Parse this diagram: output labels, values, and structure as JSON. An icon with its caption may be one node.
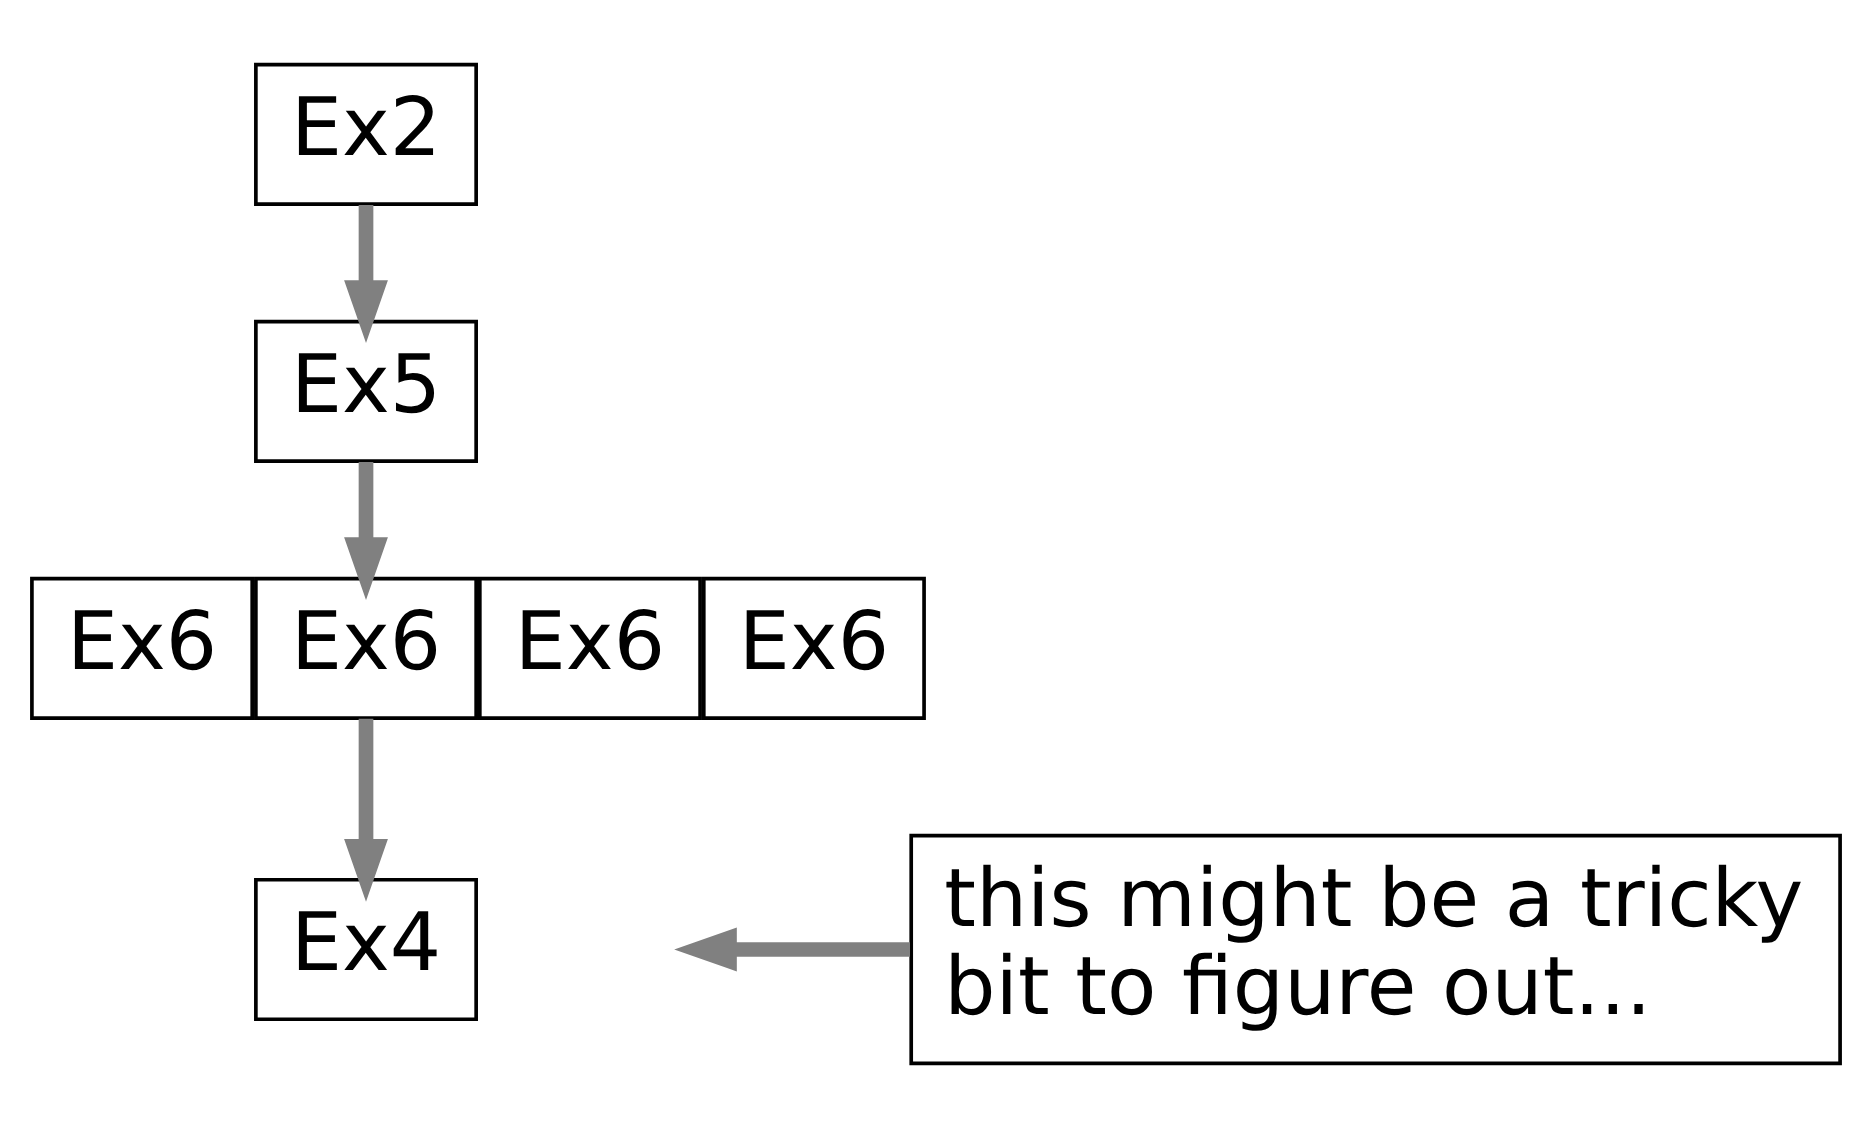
{
  "diagram": {
    "nodes": [
      {
        "text": [
          "Ex2"
        ]
      },
      {
        "text": [
          "Ex5"
        ]
      },
      {
        "text": [
          "Ex6"
        ]
      },
      {
        "text": [
          "Ex6"
        ]
      },
      {
        "text": [
          "Ex6"
        ]
      },
      {
        "text": [
          "Ex6"
        ]
      },
      {
        "text": [
          "Ex4"
        ]
      },
      {
        "text": [
          "this might be a tricky bit to figure out..."
        ]
      }
    ],
    "edges": [
      {
        "from": 0,
        "to": 1,
        "arrow": "to"
      },
      {
        "from": 1,
        "to": 3,
        "arrow": "to"
      },
      {
        "from": 3,
        "to": 6,
        "arrow": "to"
      },
      {
        "from": 7,
        "to": null,
        "arrow": "to"
      }
    ]
  }
}
